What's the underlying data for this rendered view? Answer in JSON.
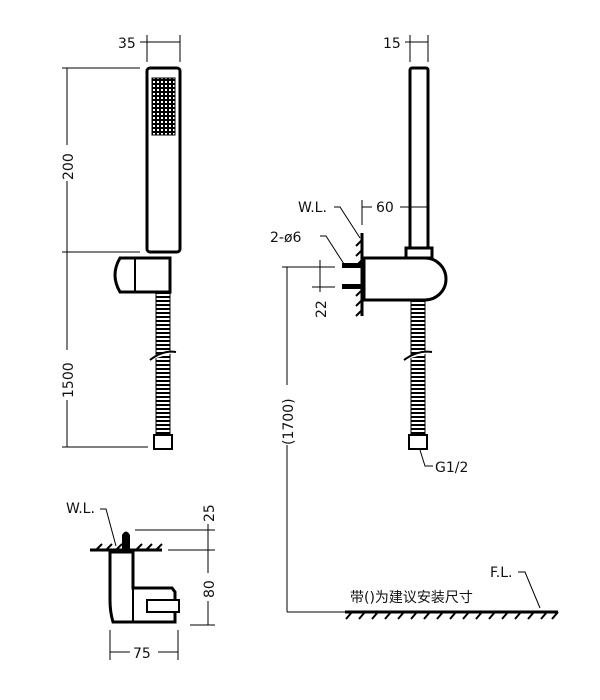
{
  "front_view": {
    "width_label": "35",
    "head_length_label": "200",
    "hose_length_label": "1500"
  },
  "side_view": {
    "width_label": "15",
    "wall_label": "W.L.",
    "offset_label": "60",
    "holes_label": "2-ø6",
    "hole_spacing_label": "22",
    "height_label": "(1700)",
    "thread_label": "G1/2"
  },
  "top_view": {
    "wall_label": "W.L.",
    "bolt_label": "25",
    "depth_label": "80",
    "width_label": "75"
  },
  "floor": {
    "floor_label": "F.L.",
    "note": "带()为建议安装尺寸"
  }
}
